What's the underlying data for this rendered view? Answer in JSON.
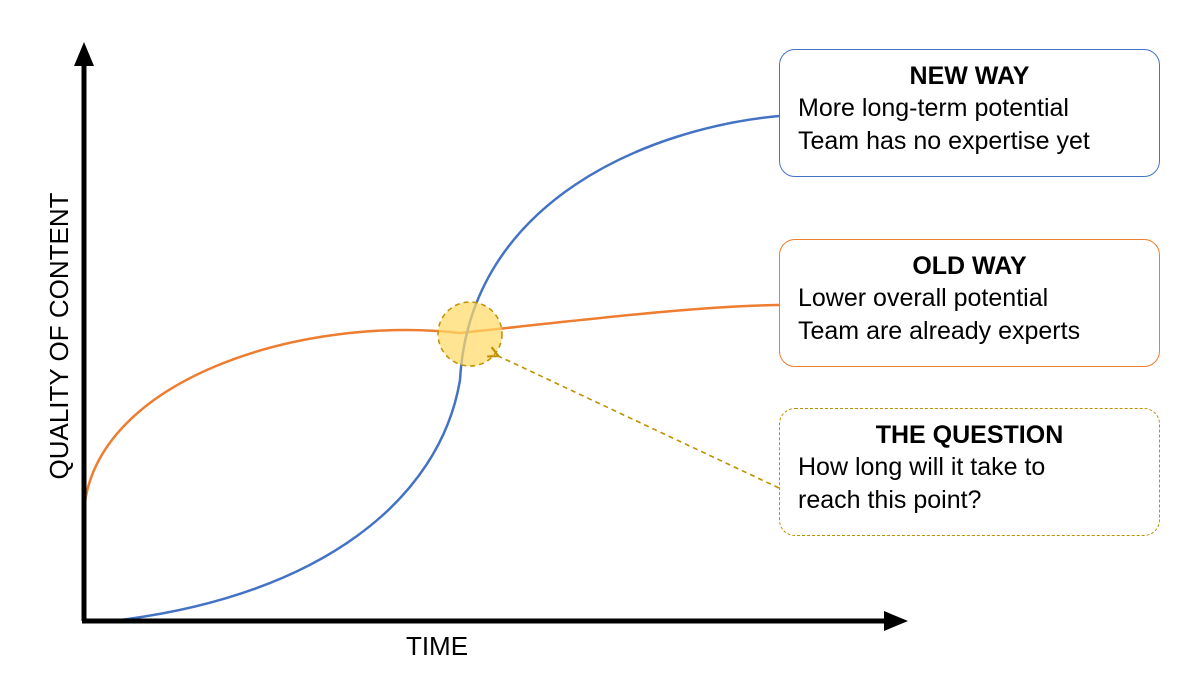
{
  "axes": {
    "x_label": "TIME",
    "y_label": "QUALITY OF CONTENT"
  },
  "callouts": {
    "new_way": {
      "title": "NEW WAY",
      "lines": [
        "More long-term potential",
        "Team has no expertise yet"
      ]
    },
    "old_way": {
      "title": "OLD WAY",
      "lines": [
        "Lower overall potential",
        "Team are already experts"
      ]
    },
    "question": {
      "title": "THE QUESTION",
      "lines": [
        "How long will it take to",
        "reach this point?"
      ]
    }
  },
  "colors": {
    "new_way": "#4472c4",
    "old_way": "#ed7d31",
    "question": "#bf9000",
    "highlight_fill": "#ffd966",
    "axis": "#000000"
  }
}
